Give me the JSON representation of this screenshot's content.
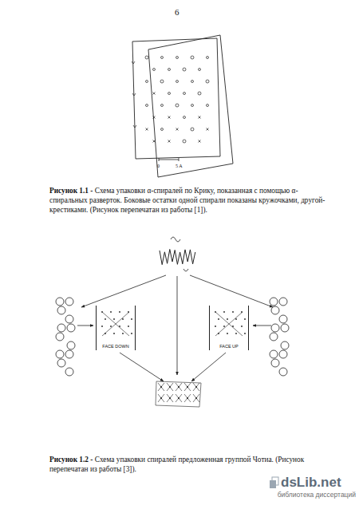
{
  "diagram": {
    "nodes": [
      {
        "text": [
          "FACE DOWN"
        ]
      },
      {
        "text": [
          "FACE UP"
        ]
      }
    ],
    "labels": [
      "6",
      "0",
      "5 A",
      "Рисунок 1.1 -",
      "Схема упаковки α-спиралей по Крику, показанная с помощью α-спиральных разверток. Боковые остатки одной спирали показаны кружочками, другой- крестиками. (Рисунок перепечатан из работы [1]).",
      "Рисунок 1.2 -",
      "Схема упаковки спиралей предложенная группой Чотиа. (Рисунок перепечатан из работы [3]).",
      "dsLib.net",
      "библиотека диссертаций"
    ]
  }
}
